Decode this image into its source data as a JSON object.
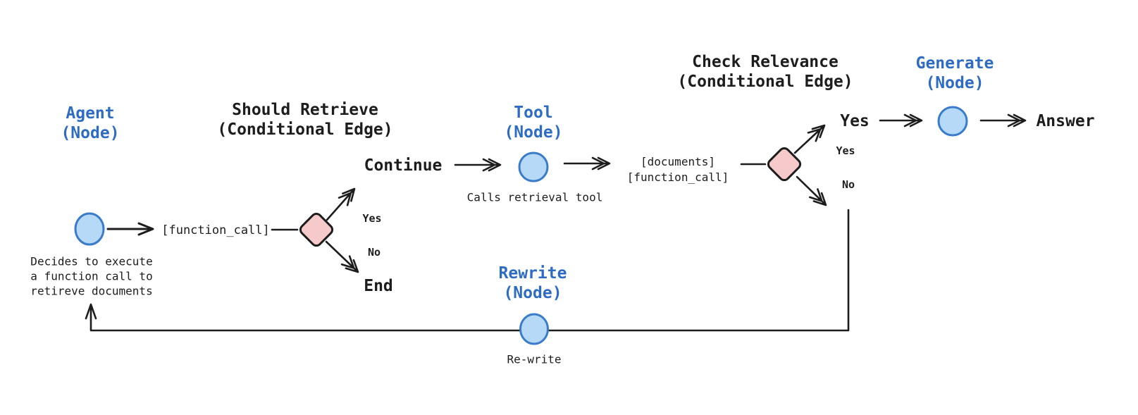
{
  "palette": {
    "blue_text": "#2e6cc4",
    "dark_text": "#1d1d1d",
    "node_fill": "#b6d9f8",
    "node_stroke": "#3a7cc9",
    "diamond_fill": "#f6caca",
    "diamond_stroke": "#1d1d1d",
    "background": "#ffffff"
  },
  "nodes": {
    "agent": {
      "title_line1": "Agent",
      "title_line2": "(Node)",
      "caption_line1": "Decides to execute",
      "caption_line2": "a function call to",
      "caption_line3": "retireve documents"
    },
    "tool": {
      "title_line1": "Tool",
      "title_line2": "(Node)",
      "caption": "Calls retrieval tool"
    },
    "generate": {
      "title_line1": "Generate",
      "title_line2": "(Node)"
    },
    "rewrite": {
      "title_line1": "Rewrite",
      "title_line2": "(Node)",
      "caption": "Re-write"
    }
  },
  "edges": {
    "should_retrieve": {
      "title_line1": "Should Retrieve",
      "title_line2": "(Conditional Edge)",
      "input_label": "[function_call]",
      "yes_label": "Yes",
      "no_label": "No",
      "yes_target": "Continue",
      "no_target": "End"
    },
    "check_relevance": {
      "title_line1": "Check Relevance",
      "title_line2": "(Conditional Edge)",
      "input_label_line1": "[documents]",
      "input_label_line2": "[function_call]",
      "yes_label": "Yes",
      "no_label": "No",
      "yes_target": "Yes",
      "output": "Answer"
    }
  }
}
